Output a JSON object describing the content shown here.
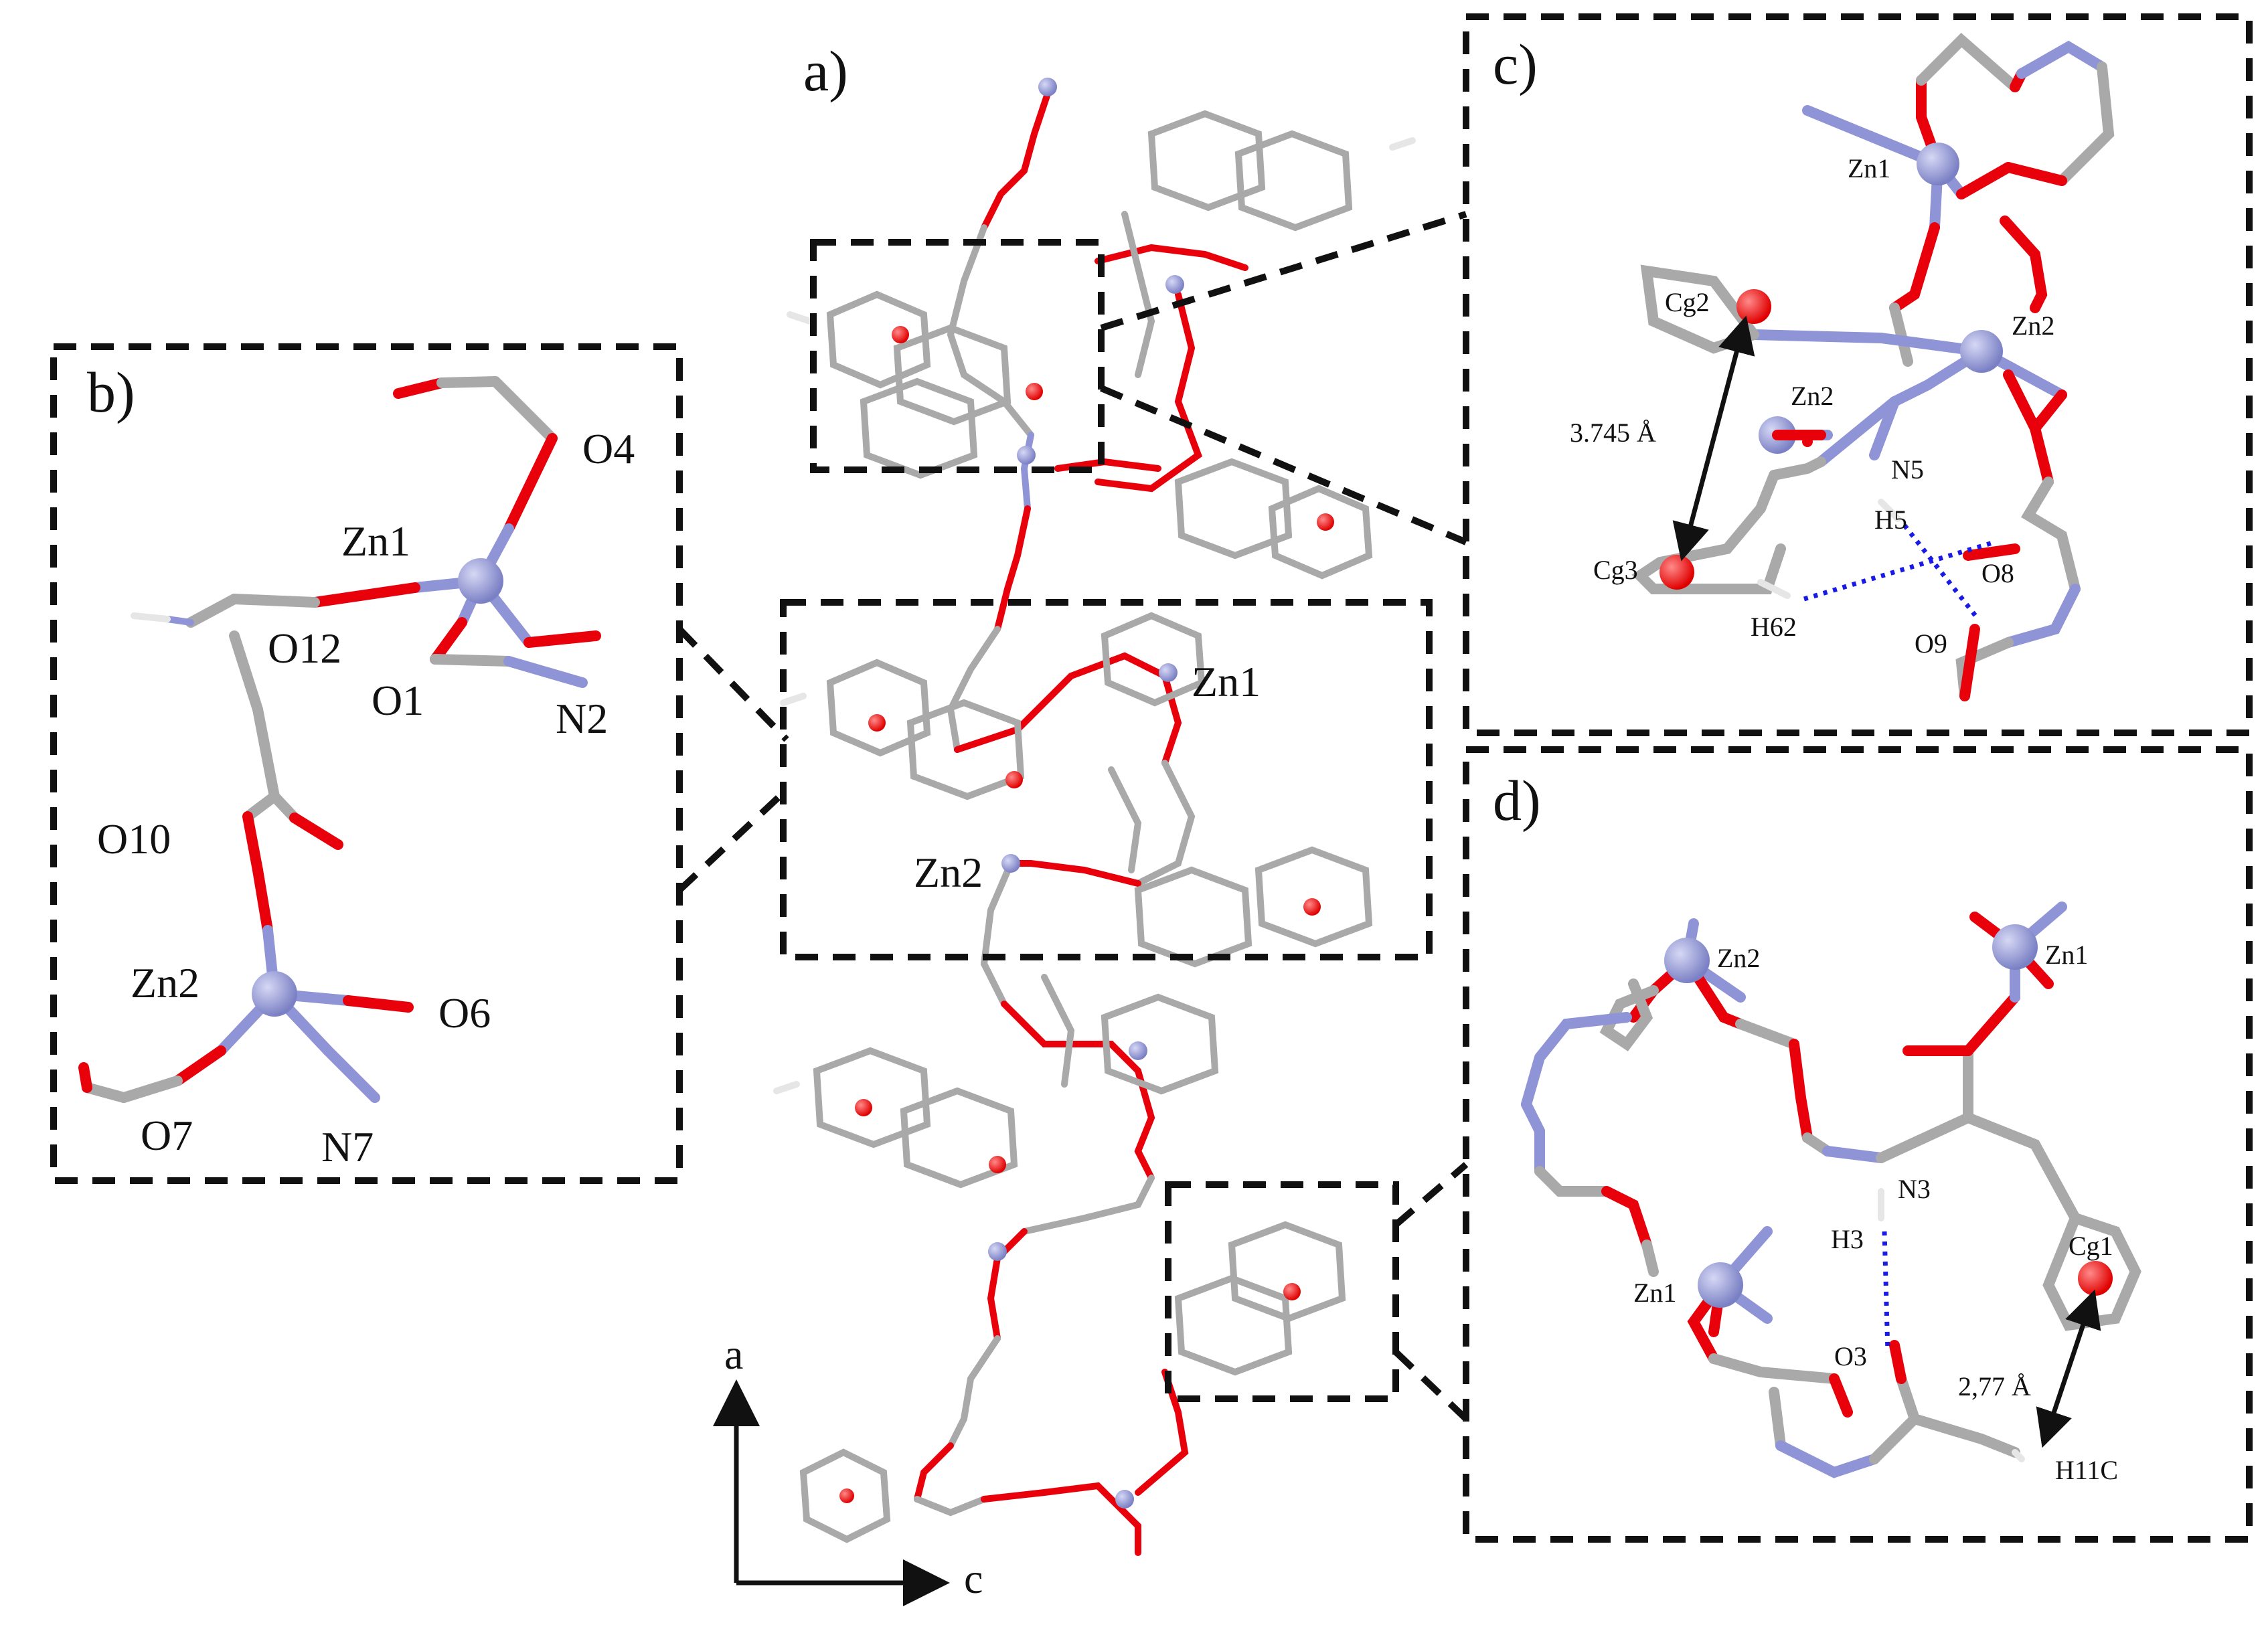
{
  "panels": {
    "a": {
      "tag": "a)",
      "atoms": {
        "zn1": "Zn1",
        "zn2": "Zn2"
      },
      "axes": {
        "vertical": "a",
        "horizontal": "c"
      }
    },
    "b": {
      "tag": "b)",
      "atoms": {
        "o4": "O4",
        "zn1": "Zn1",
        "o12": "O12",
        "o1": "O1",
        "n2": "N2",
        "o10": "O10",
        "zn2": "Zn2",
        "o6": "O6",
        "o7": "O7",
        "n7": "N7"
      }
    },
    "c": {
      "tag": "c)",
      "atoms": {
        "zn1": "Zn1",
        "zn2a": "Zn2",
        "zn2b": "Zn2",
        "cg2": "Cg2",
        "cg3": "Cg3",
        "n5": "N5",
        "h5": "H5",
        "o8": "O8",
        "o9": "O9",
        "h62": "H62"
      },
      "distance": "3.745 Å"
    },
    "d": {
      "tag": "d)",
      "atoms": {
        "zn2": "Zn2",
        "zn1a": "Zn1",
        "zn1b": "Zn1",
        "n3": "N3",
        "h3": "H3",
        "o3": "O3",
        "cg1": "Cg1",
        "h11c": "H11C"
      },
      "distance": "2,77 Å"
    }
  },
  "colors": {
    "carbon": "#a9a9a9",
    "oxygen": "#e8000b",
    "nitrogen_zinc": "#8f94d6",
    "hydrogen": "#e6e6e6",
    "hbond": "#1a1ae6",
    "centroid": "#ff2a2a"
  },
  "icons": {
    "axis_arrows": "arrow-icon",
    "centroid": "sphere-icon"
  }
}
